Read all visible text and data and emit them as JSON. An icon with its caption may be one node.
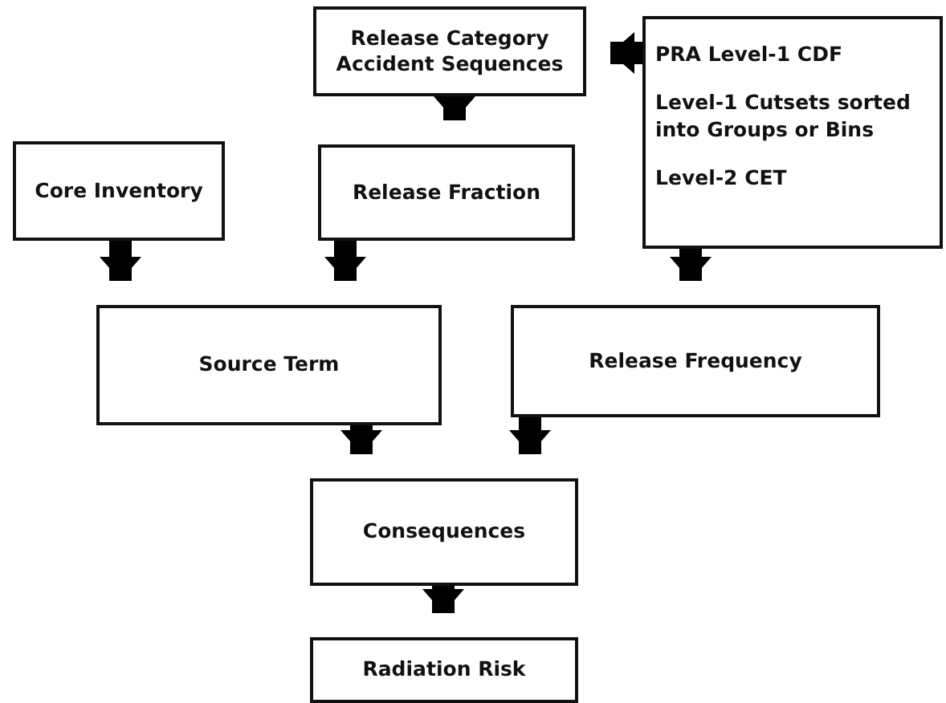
{
  "diagram": {
    "nodes": [
      {
        "text": [
          "Release Category Accident Sequences"
        ]
      },
      {
        "text": [
          "PRA Level-1 CDF",
          "Level-1 Cutsets sorted into Groups or Bins",
          "Level-2 CET"
        ]
      },
      {
        "text": [
          "Core Inventory"
        ]
      },
      {
        "text": [
          "Release Fraction"
        ]
      },
      {
        "text": [
          "Source Term"
        ]
      },
      {
        "text": [
          "Release Frequency"
        ]
      },
      {
        "text": [
          "Consequences"
        ]
      },
      {
        "text": [
          "Radiation Risk"
        ]
      }
    ],
    "edges": [
      {
        "from": 1,
        "to": 0,
        "arrow": "to"
      },
      {
        "from": 0,
        "to": 3,
        "arrow": "to"
      },
      {
        "from": 2,
        "to": 4,
        "arrow": "to"
      },
      {
        "from": 3,
        "to": 4,
        "arrow": "to"
      },
      {
        "from": 1,
        "to": 5,
        "arrow": "to"
      },
      {
        "from": 4,
        "to": 6,
        "arrow": "to"
      },
      {
        "from": 5,
        "to": 6,
        "arrow": "to"
      },
      {
        "from": 6,
        "to": 7,
        "arrow": "to"
      }
    ]
  }
}
